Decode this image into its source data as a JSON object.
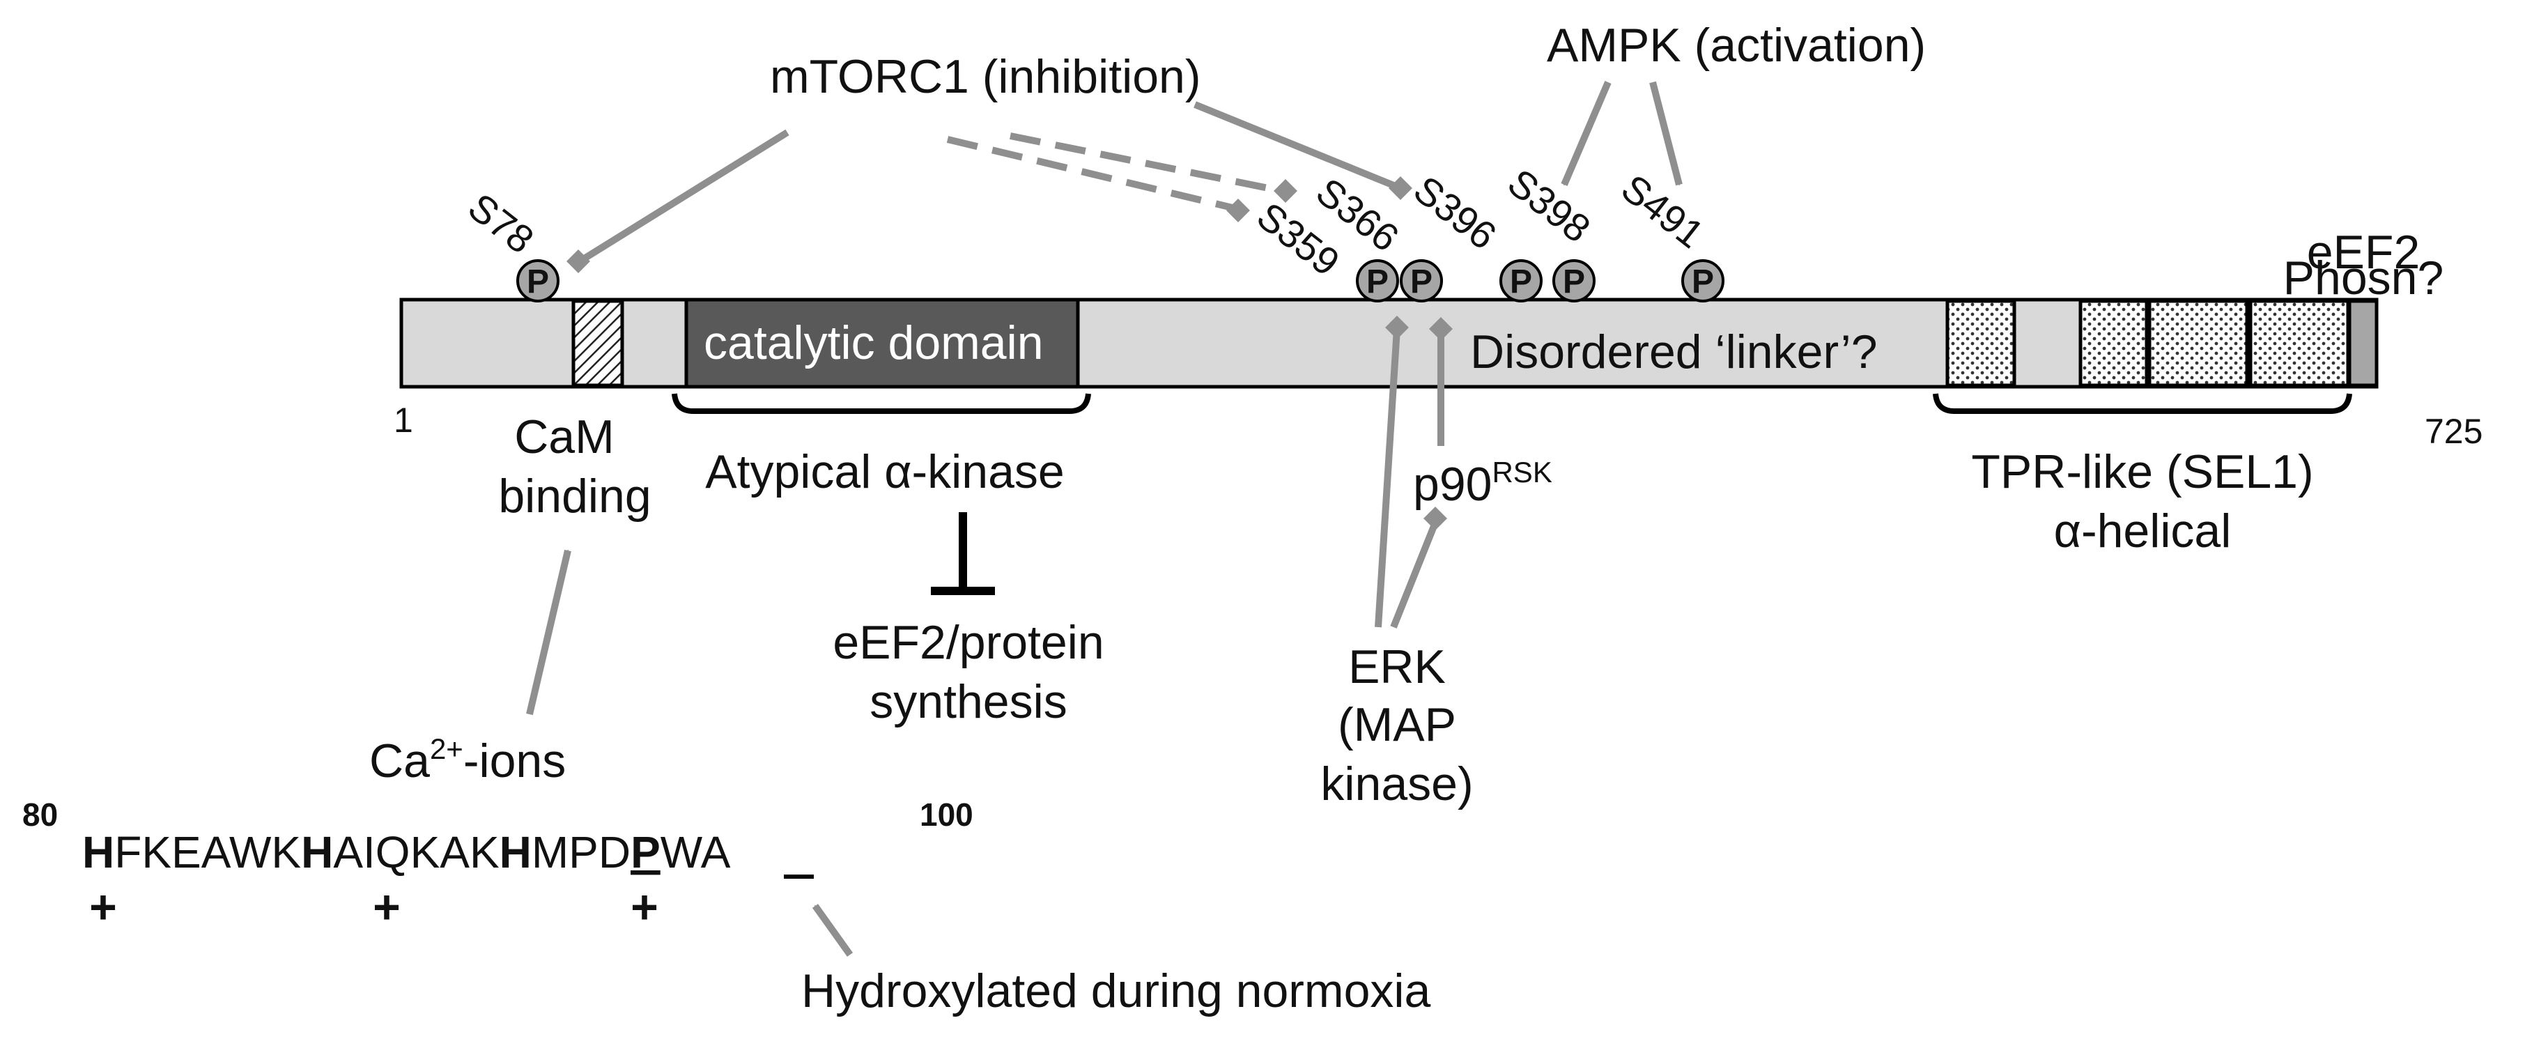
{
  "regulators": {
    "mtorc1": "mTORC1 (inhibition)",
    "ampk": "AMPK (activation)",
    "erk_line1": "ERK",
    "erk_line2": "(MAP",
    "erk_line3": "kinase)",
    "p90": "p90",
    "p90_sup": "RSK",
    "calcium": "Ca",
    "calcium_sup": "2+",
    "calcium_suffix": "-ions"
  },
  "sites": {
    "s78": "S78",
    "s359": "S359",
    "s366": "S366",
    "s396": "S396",
    "s398": "S398",
    "s491": "S491",
    "phospho": "P"
  },
  "protein": {
    "start": "1",
    "end": "725",
    "catalytic": "catalytic domain",
    "linker": "Disordered ‘linker’?",
    "eef2_phosn_line1": "eEF2",
    "eef2_phosn_line2": "Phosn?"
  },
  "domains": {
    "cam_line1": "CaM",
    "cam_line2": "binding",
    "kinase": "Atypical α-kinase",
    "tpr_line1": "TPR-like (SEL1)",
    "tpr_line2": "α-helical"
  },
  "target": {
    "line1": "eEF2/protein",
    "line2": "synthesis"
  },
  "sequence": {
    "start_num": "80",
    "end_num": "100",
    "residues": [
      {
        "t": "H",
        "b": true
      },
      {
        "t": "FKEAWK",
        "b": false
      },
      {
        "t": "H",
        "b": true
      },
      {
        "t": "AIQKAK",
        "b": false
      },
      {
        "t": "H",
        "b": true
      },
      {
        "t": "MPD",
        "b": false
      },
      {
        "t": "P",
        "b": true
      },
      {
        "t": "WA",
        "b": false
      }
    ],
    "plus": "+",
    "hydroxylated": "Hydroxylated during normoxia"
  }
}
